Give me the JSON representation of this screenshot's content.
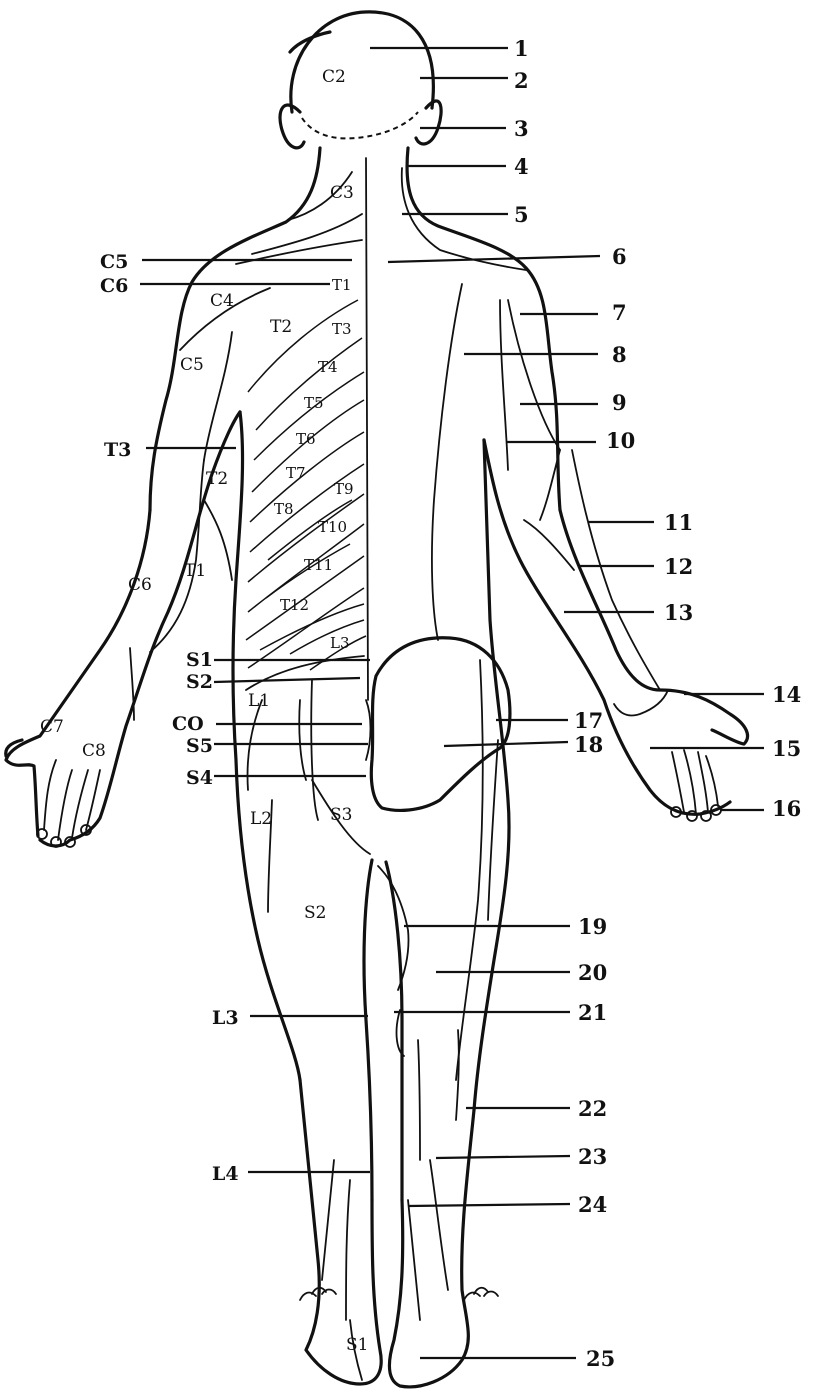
{
  "right_labels": [
    "1",
    "2",
    "3",
    "4",
    "5",
    "6",
    "7",
    "8",
    "9",
    "10",
    "11",
    "12",
    "13",
    "14",
    "15",
    "16",
    "17",
    "18",
    "19",
    "20",
    "21",
    "22",
    "23",
    "24",
    "25"
  ],
  "left_labels": {
    "c5": "C5",
    "c6": "C6",
    "t3": "T3",
    "s1": "S1",
    "s2": "S2",
    "co": "CO",
    "s5": "S5",
    "s4": "S4",
    "l3": "L3",
    "l4": "L4"
  },
  "dermatomes": {
    "c2": "C2",
    "c3": "C3",
    "t1": "T1",
    "c4": "C4",
    "t2": "T2",
    "t3": "T3",
    "c5": "C5",
    "t4": "T4",
    "t5": "T5",
    "t6": "T6",
    "t2_arm": "T2",
    "t7": "T7",
    "t9": "T9",
    "t8": "T8",
    "t10": "T10",
    "t11": "T11",
    "t12": "T12",
    "c6": "C6",
    "t1_arm": "T1",
    "l3": "L3",
    "l1": "L1",
    "c7": "C7",
    "c8": "C8",
    "l2": "L2",
    "s3": "S3",
    "s2": "S2",
    "s1": "S1"
  }
}
